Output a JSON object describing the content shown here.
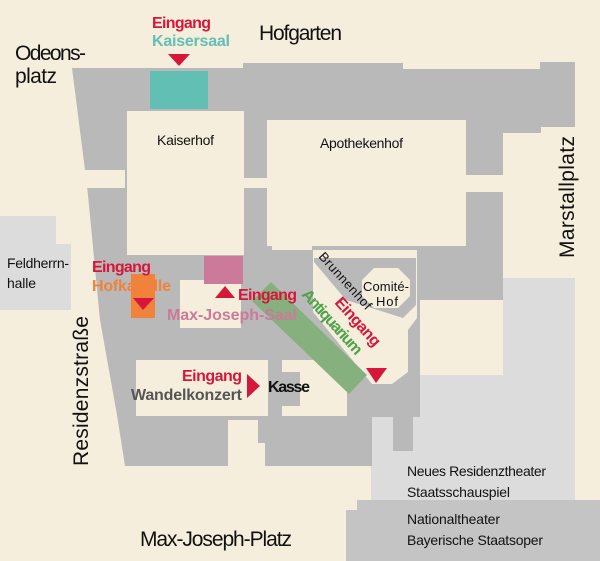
{
  "colors": {
    "background": "#f5eedd",
    "building": "#b9b9b9",
    "building_light": "#dcdcdc",
    "opera": "#c4c4c4",
    "entrance": "#d6173a",
    "kaisersaal": "#62bfb4",
    "hofkapelle": "#f0823c",
    "max_joseph_saal": "#cc7a9a",
    "antiquarium": "#86b07e",
    "wandelkonzert": "#555555"
  },
  "places": {
    "hofgarten": "Hofgarten",
    "odeonsplatz_1": "Odeons-",
    "odeonsplatz_2": "platz",
    "kaiserhof": "Kaiserhof",
    "apothekenhof": "Apothekenhof",
    "marstallplatz": "Marstallplatz",
    "feldherrnhalle_1": "Feldherrn-",
    "feldherrnhalle_2": "halle",
    "brunnenhof": "Brunnenhof",
    "comitehof_1": "Comité-",
    "comitehof_2": "Hof",
    "residenzstrasse": "Residenzstraße",
    "max_joseph_platz": "Max-Joseph-Platz",
    "residenztheater_1": "Neues Residenztheater",
    "residenztheater_2": "Staatsschauspiel",
    "nationaltheater_1": "Nationaltheater",
    "nationaltheater_2": "Bayerische Staatsoper"
  },
  "entrances": {
    "kaisersaal": {
      "label": "Eingang",
      "name": "Kaisersaal"
    },
    "hofkapelle": {
      "label": "Eingang",
      "name": "Hofkapelle"
    },
    "max_joseph_saal": {
      "label": "Eingang",
      "name": "Max-Joseph-Saal"
    },
    "antiquarium": {
      "label": "Eingang",
      "name": "Antiquarium"
    },
    "wandelkonzert": {
      "label": "Eingang",
      "name": "Wandelkonzert"
    }
  },
  "kasse": "Kasse"
}
